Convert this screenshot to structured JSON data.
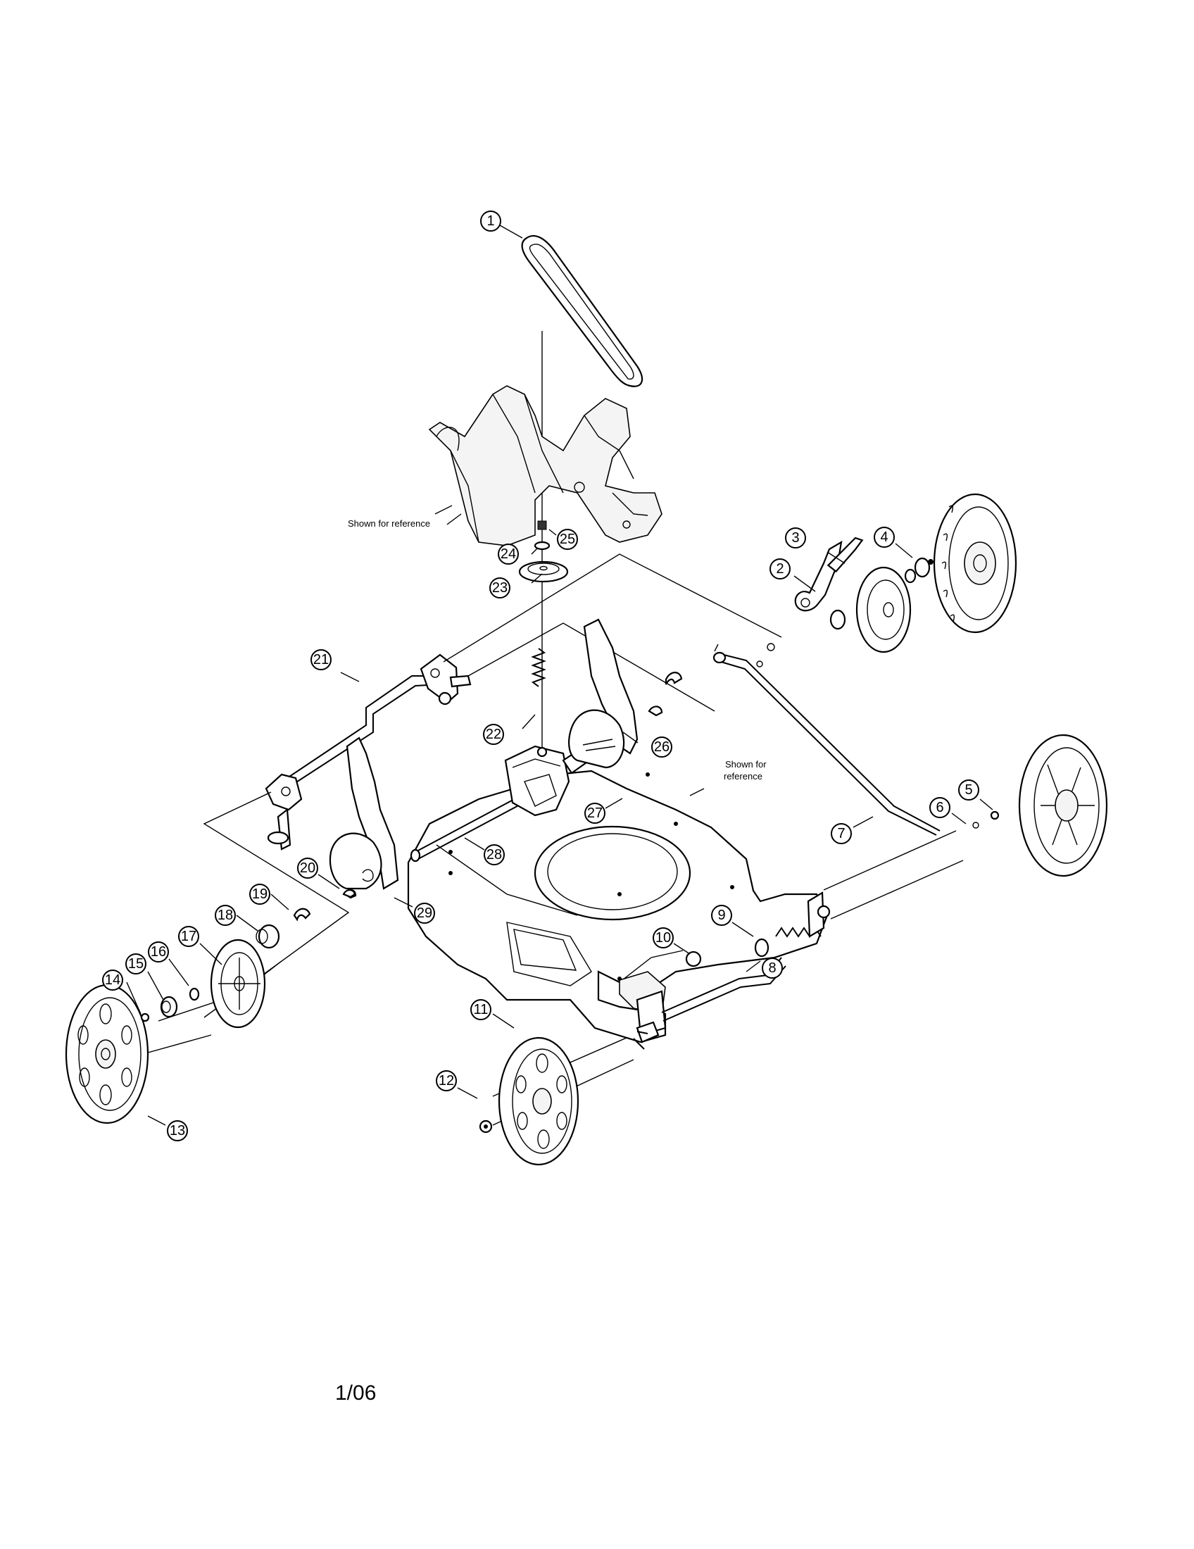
{
  "diagram": {
    "type": "exploded-parts-diagram",
    "reference_notes": {
      "housing": "Shown for reference",
      "deck_line1": "Shown for",
      "deck_line2": "reference"
    },
    "callouts": [
      "1",
      "2",
      "3",
      "4",
      "5",
      "6",
      "7",
      "8",
      "9",
      "10",
      "11",
      "12",
      "13",
      "14",
      "15",
      "16",
      "17",
      "18",
      "19",
      "20",
      "21",
      "22",
      "23",
      "24",
      "25",
      "26",
      "27",
      "28",
      "29"
    ]
  },
  "footer": {
    "page_code": "1/06"
  }
}
